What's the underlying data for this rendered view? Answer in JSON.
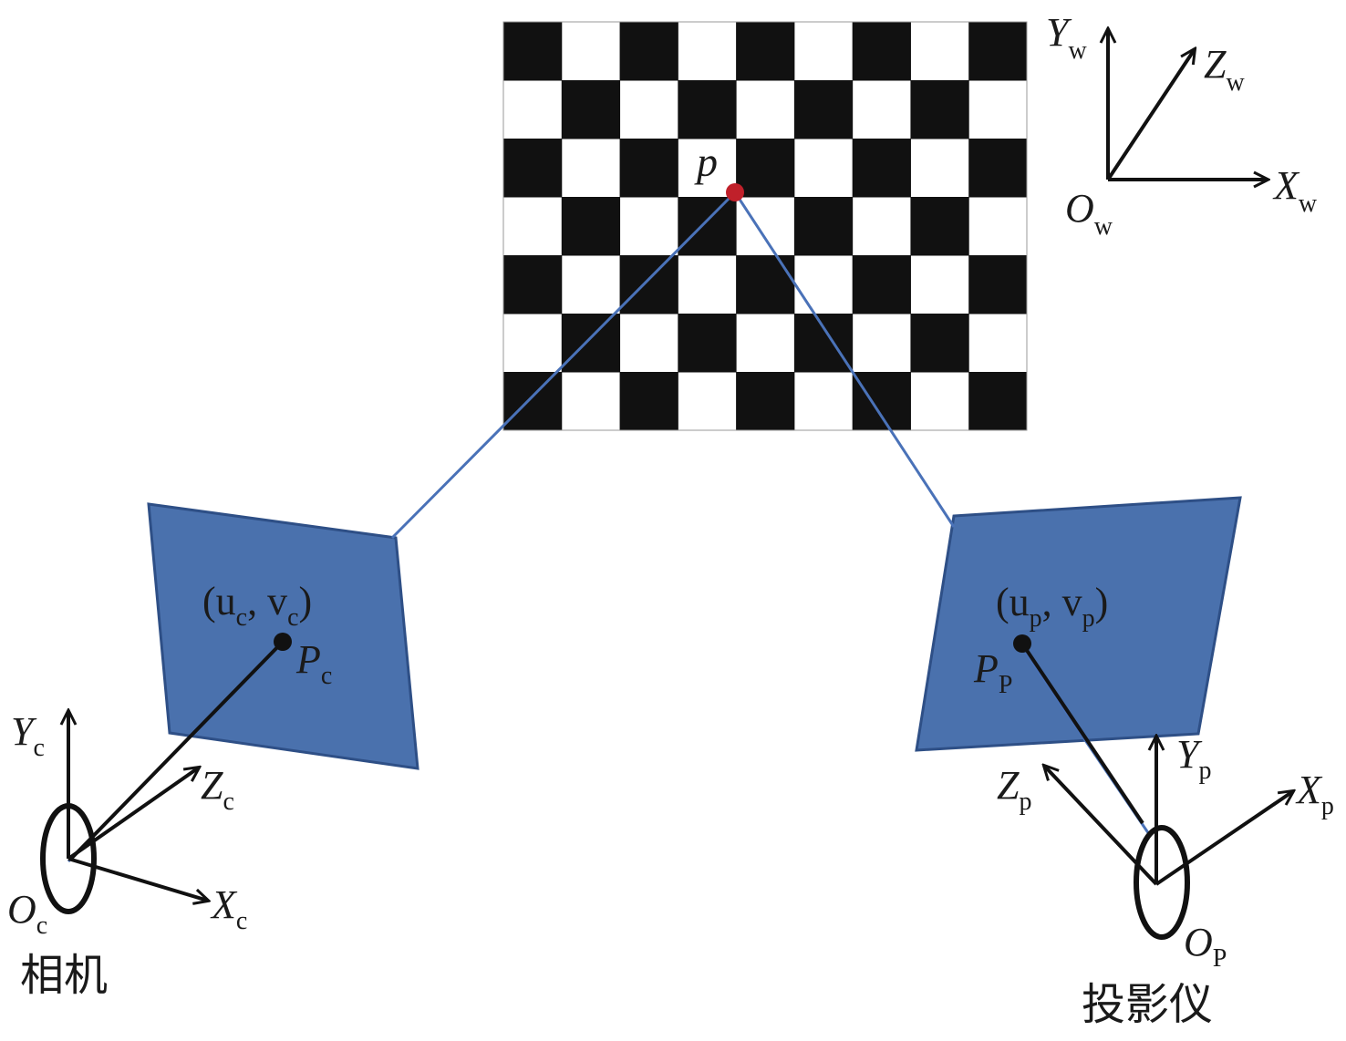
{
  "checkerboard": {
    "cols": 9,
    "rows": 7,
    "dark_color": "#111111",
    "light_color": "#ffffff"
  },
  "colors": {
    "image_plane": "#4a71ad",
    "image_plane_border": "#2e4f86",
    "ray": "#4a72b8",
    "point_p": "#c0202a",
    "axis": "#111111"
  },
  "world_axes": {
    "y_main": "Y",
    "y_sub": "w",
    "z_main": "Z",
    "z_sub": "w",
    "x_main": "X",
    "x_sub": "w",
    "o_main": "O",
    "o_sub": "w"
  },
  "point_p_label": "p",
  "camera": {
    "coord_open": "(u",
    "coord_u_sub": "c",
    "coord_mid": ", v",
    "coord_v_sub": "c",
    "coord_close": ")",
    "point_main": "P",
    "point_sub": "c",
    "y_main": "Y",
    "y_sub": "c",
    "z_main": "Z",
    "z_sub": "c",
    "x_main": "X",
    "x_sub": "c",
    "o_main": "O",
    "o_sub": "c",
    "device_label": "相机"
  },
  "projector": {
    "coord_open": "(u",
    "coord_u_sub": "p",
    "coord_mid": ", v",
    "coord_v_sub": "p",
    "coord_close": ")",
    "point_main": "P",
    "point_sub": "P",
    "y_main": "Y",
    "y_sub": "p",
    "z_main": "Z",
    "z_sub": "p",
    "x_main": "X",
    "x_sub": "p",
    "o_main": "O",
    "o_sub": "P",
    "device_label": "投影仪"
  }
}
